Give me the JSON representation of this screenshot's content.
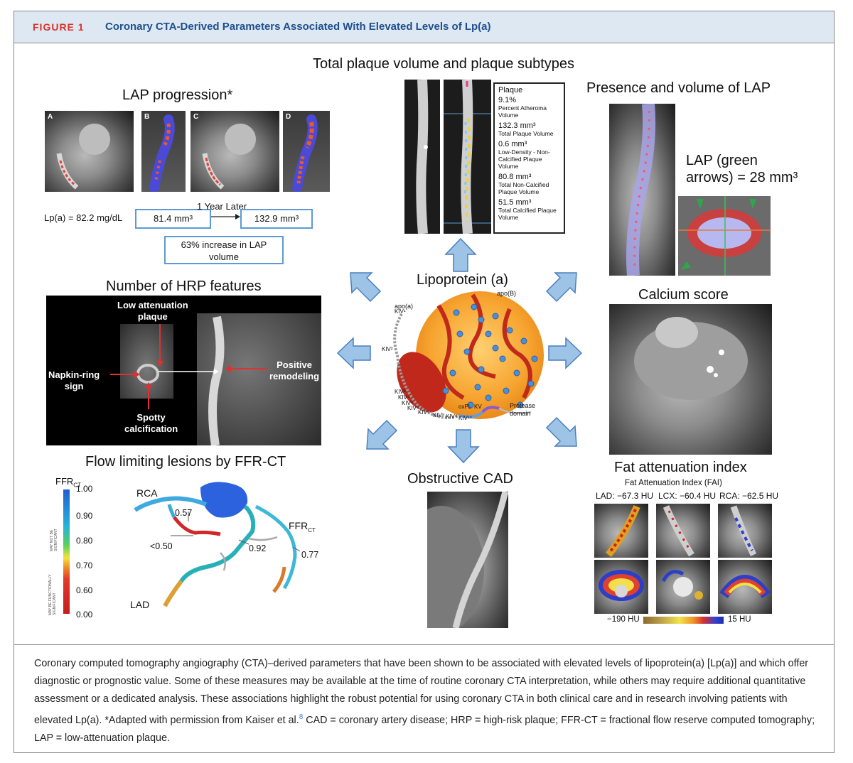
{
  "header": {
    "figure_label": "FIGURE 1",
    "title": "Coronary CTA-Derived Parameters Associated With Elevated Levels of Lp(a)"
  },
  "center": {
    "title": "Lipoprotein (a)",
    "labels": {
      "apoa": "apo(a)",
      "apob": "apo(B)",
      "kiv1": "KIV¹",
      "kiv2": "KIV²",
      "kiv3": "KIV³",
      "kiv4": "KIV⁴",
      "kiv5": "KIV⁵",
      "kiv6": "KIV⁶",
      "kiv7": "KIV⁷",
      "kiv8": "KIV⁸",
      "kiv9": "KIV⁹",
      "kiv10": "KIV¹⁰",
      "kv": "KV",
      "oxpl": "oxPL",
      "protease": "Protease",
      "domain": "domain"
    }
  },
  "lap_progression": {
    "title": "LAP progression*",
    "panels": [
      "A",
      "B",
      "C",
      "D"
    ],
    "lpa_label": "Lp(a) = 82.2 mg/dL",
    "baseline": "81.4 mm³",
    "later_label": "1 Year Later",
    "followup": "132.9 mm³",
    "increase_line1": "63% increase in LAP",
    "increase_line2": "volume"
  },
  "total_plaque": {
    "title": "Total plaque volume and plaque subtypes",
    "heading": "Plaque",
    "items": [
      {
        "value": "9.1%",
        "desc": "Percent Atheroma Volume"
      },
      {
        "value": "132.3 mm³",
        "desc": "Total Plaque Volume"
      },
      {
        "value": "0.6 mm³",
        "desc": "Low-Density - Non-Calcified Plaque Volume"
      },
      {
        "value": "80.8 mm³",
        "desc": "Total Non-Calcified Plaque Volume"
      },
      {
        "value": "51.5 mm³",
        "desc": "Total Calcified Plaque Volume"
      }
    ]
  },
  "lap_presence": {
    "title": "Presence and volume of LAP",
    "annotation_line1": "LAP (green",
    "annotation_line2": "arrows) = 28 mm³"
  },
  "hrp": {
    "title": "Number of HRP features",
    "low_att_line1": "Low attenuation",
    "low_att_line2": "plaque",
    "napkin_line1": "Napkin-ring",
    "napkin_line2": "sign",
    "spotty_line1": "Spotty",
    "spotty_line2": "calcification",
    "positive_line1": "Positive",
    "positive_line2": "remodeling"
  },
  "calcium": {
    "title": "Calcium score"
  },
  "ffr": {
    "title": "Flow limiting lesions by FFR-CT",
    "scale_label": "FFR",
    "scale_sub": "CT",
    "ticks": [
      "1.00",
      "0.90",
      "0.80",
      "0.70",
      "0.60",
      "0.00"
    ],
    "may_not": "MAY NOT BE SIGNIFICANT",
    "may_be": "MAY BE FUNCTIONALLY SIGNIFICANT",
    "rca": "RCA",
    "lad": "LAD",
    "ffr_label": "FFR",
    "ffr_sub": "CT",
    "values": [
      "0.57",
      "<0.50",
      "0.92",
      "0.77"
    ]
  },
  "obstructive": {
    "title": "Obstructive CAD"
  },
  "fai": {
    "title": "Fat attenuation index",
    "subtitle": "Fat Attenuation Index (FAI)",
    "lad": "LAD: −67.3 HU",
    "lcx": "LCX: −60.4 HU",
    "rca": "RCA: −62.5 HU",
    "scale_min": "−190 HU",
    "scale_max": "15 HU"
  },
  "caption": {
    "text_before_ref": "Coronary computed tomography angiography (CTA)–derived parameters that have been shown to be associated with elevated levels of lipoprotein(a) [Lp(a)] and which offer diagnostic or prognostic value. Some of these measures may be available at the time of routine coronary CTA interpretation, while others may require additional quantitative assessment or a dedicated analysis. These associations highlight the robust potential for using coronary CTA in both clinical care and in research involving patients with elevated Lp(a). *Adapted with permission from Kaiser et al.",
    "ref": "8",
    "text_after_ref": " CAD = coronary artery disease; HRP = high-risk plaque; FFR-CT = fractional flow reserve computed tomography; LAP = low-attenuation plaque."
  },
  "colors": {
    "header_bg": "#dde8f3",
    "figure_label": "#d9342b",
    "title": "#1f4f8c",
    "arrow_fill": "#9dc3e6",
    "arrow_stroke": "#4a7fc1",
    "box_border": "#5b9bd5"
  }
}
